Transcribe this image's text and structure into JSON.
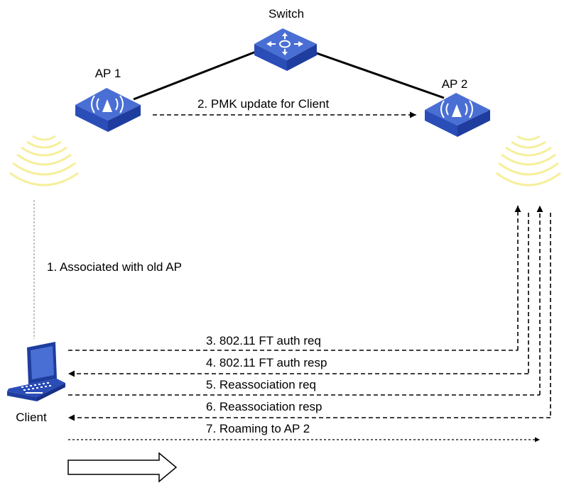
{
  "labels": {
    "switch": "Switch",
    "ap1": "AP 1",
    "ap2": "AP 2",
    "client": "Client"
  },
  "steps": {
    "s1": "1. Associated with old AP",
    "s2": "2. PMK update for Client",
    "s3": "3. 802.11 FT auth req",
    "s4": "4. 802.11 FT auth resp",
    "s5": "5. Reassociation req",
    "s6": "6. Reassociation resp",
    "s7": "7. Roaming to AP 2"
  },
  "colors": {
    "device_top": "#4a6fd4",
    "device_side": "#1f3d9e",
    "device_front": "#2a4db8",
    "wave": "#f6ef9c",
    "line": "#000000"
  },
  "icons": {
    "switch": "switch-icon",
    "ap": "access-point-icon",
    "client": "laptop-icon",
    "signal": "wireless-signal-icon",
    "direction": "hollow-right-arrow-icon"
  }
}
